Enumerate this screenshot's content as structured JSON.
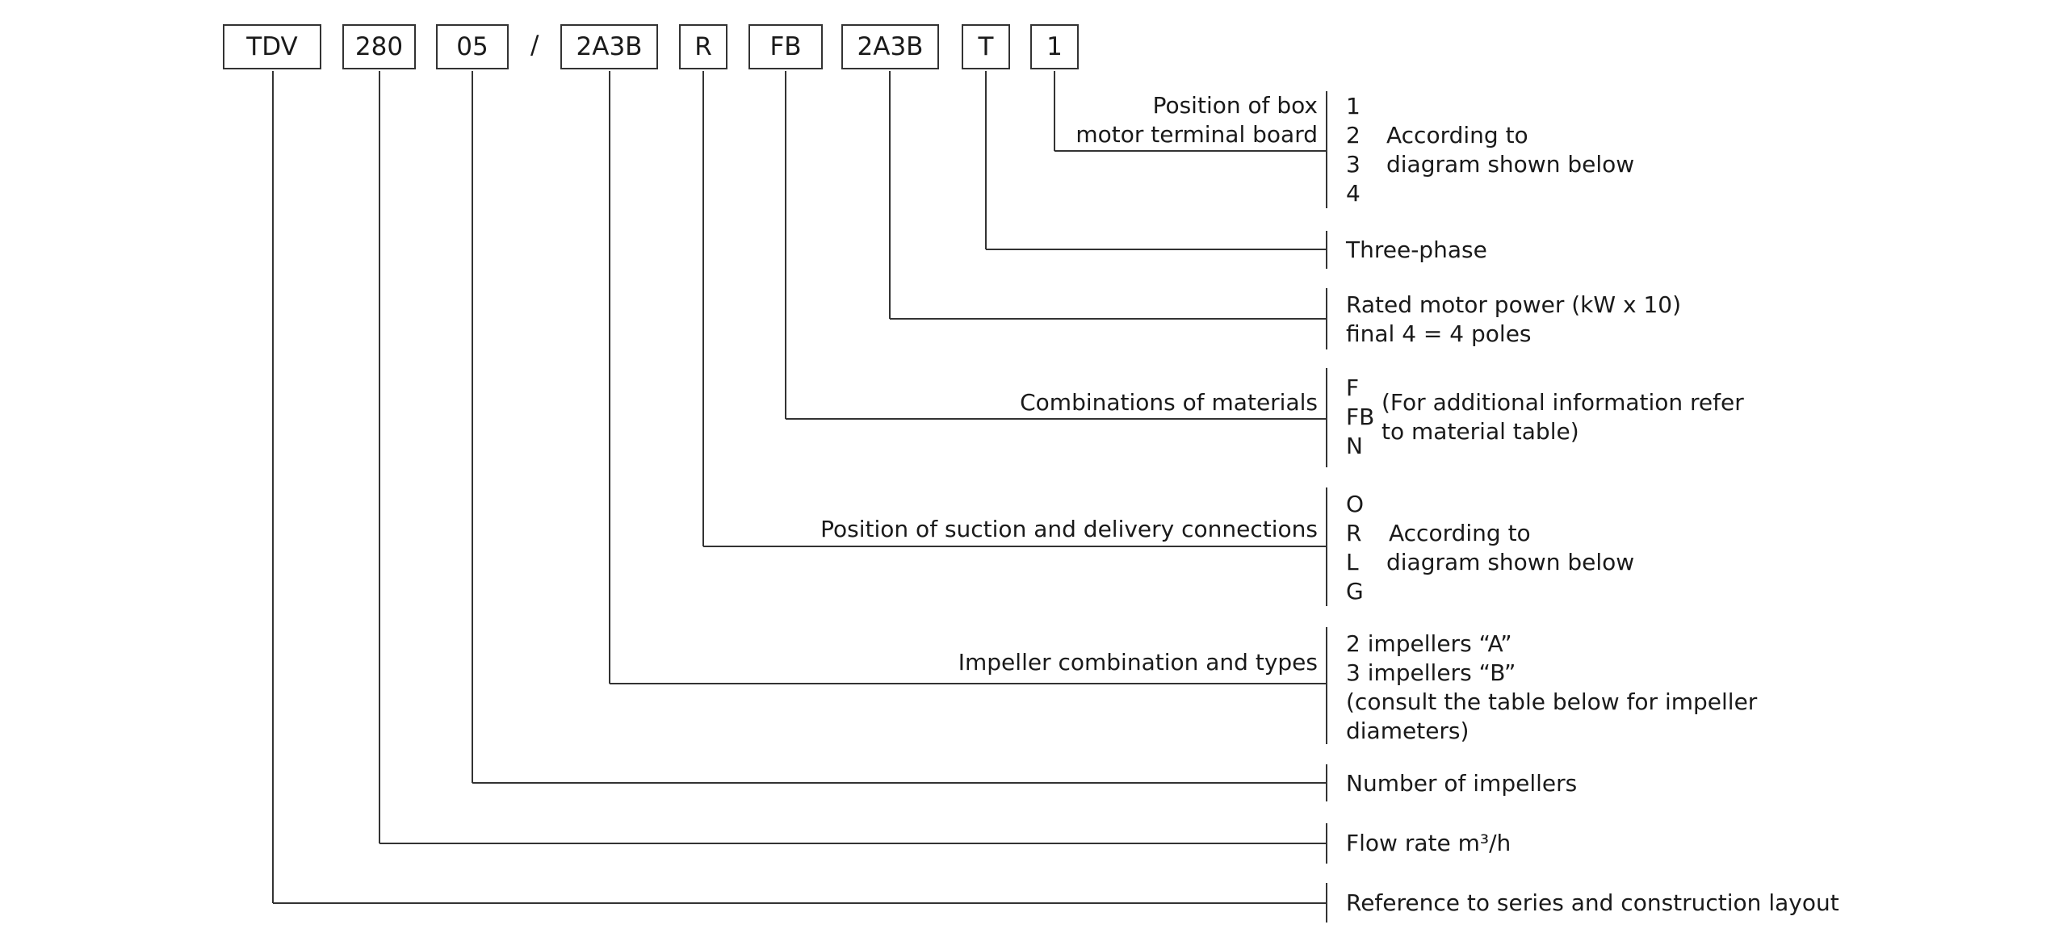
{
  "codes": {
    "series": "TDV",
    "flow": "280",
    "impellers": "05",
    "separator": "/",
    "impeller_comb": "2A3B",
    "connection": "R",
    "materials": "FB",
    "power": "2A3B",
    "phase": "T",
    "box_position": "1"
  },
  "rows": {
    "box": {
      "left_line1": "Position of box",
      "left_line2": "motor terminal board",
      "options": [
        "1",
        "2",
        "3",
        "4"
      ],
      "note_line1": "According to",
      "note_line2": "diagram shown below"
    },
    "phase": {
      "text": "Three-phase"
    },
    "power": {
      "line1": "Rated motor power (kW x 10)",
      "line2": "final 4 = 4 poles"
    },
    "materials": {
      "left": "Combinations of materials",
      "options": [
        "F",
        "FB",
        "N"
      ],
      "note_line1": "(For additional information refer",
      "note_line2": "to material table)"
    },
    "connections": {
      "left": "Position of suction and delivery connections",
      "options": [
        "O",
        "R",
        "L",
        "G"
      ],
      "note_line1": "According to",
      "note_line2": "diagram shown below"
    },
    "impellers": {
      "left": "Impeller combination and types",
      "line1": "2 impellers “A”",
      "line2": "3 impellers “B”",
      "line3": "(consult the table below for impeller",
      "line4": "diameters)"
    },
    "count": {
      "text": "Number of impellers"
    },
    "flow": {
      "text": "Flow rate m³/h"
    },
    "series": {
      "text": "Reference to series and construction layout"
    }
  }
}
